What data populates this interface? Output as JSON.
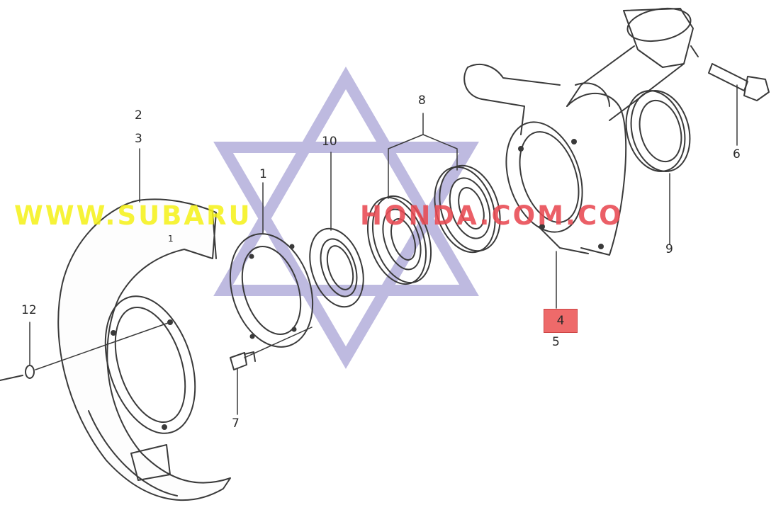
{
  "diagram": {
    "callouts": {
      "c2": "2",
      "c3": "3",
      "c1a": "1",
      "c1b": "1",
      "c10": "10",
      "c8": "8",
      "c6": "6",
      "c9": "9",
      "c4": "4",
      "c5": "5",
      "c7": "7",
      "c12": "12"
    },
    "highlighted_callout": "4",
    "highlight_color": "#ee6a6a"
  },
  "watermark": {
    "part1": "WWW.SUBARU",
    "part2": "HONDA.COM.CO",
    "color_yellow": "#f5f216",
    "color_red": "#e94a53",
    "star_color": "#a9a4d6"
  }
}
